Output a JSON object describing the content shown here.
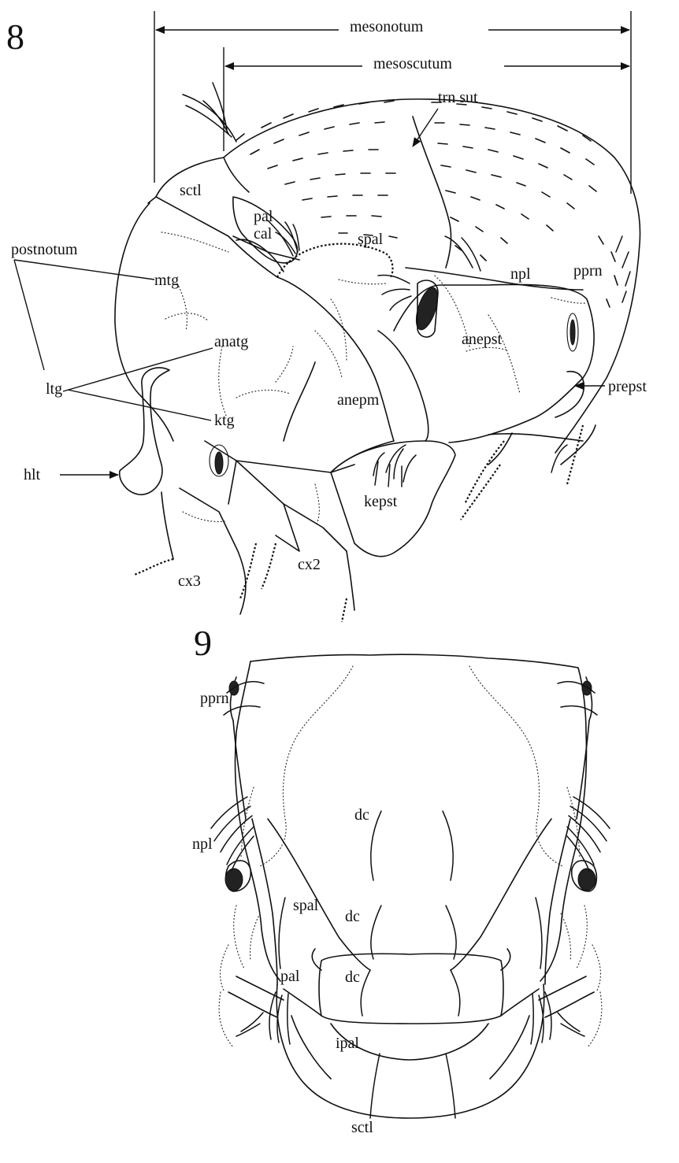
{
  "figure": {
    "panels": [
      {
        "number": "8",
        "dimension_labels": [
          "mesonotum",
          "mesoscutum"
        ],
        "labels": {
          "trn_sut": "trn sut",
          "sctl": "sctl",
          "pal": "pal",
          "cal": "cal",
          "postnotum": "postnotum",
          "spal": "spal",
          "mtg": "mtg",
          "npl": "npl",
          "pprn": "pprn",
          "anatg": "anatg",
          "anepst": "anepst",
          "ltg": "ltg",
          "anepm": "anepm",
          "prepst": "prepst",
          "ktg": "ktg",
          "hlt": "hlt",
          "kepst": "kepst",
          "cx2": "cx2",
          "cx3": "cx3"
        }
      },
      {
        "number": "9",
        "labels": {
          "pprn": "pprn",
          "dc_upper": "dc",
          "npl": "npl",
          "spal": "spal",
          "dc_middle": "dc",
          "pal": "pal",
          "dc_lower": "dc",
          "ipal": "ipal",
          "sctl": "sctl"
        }
      }
    ]
  }
}
